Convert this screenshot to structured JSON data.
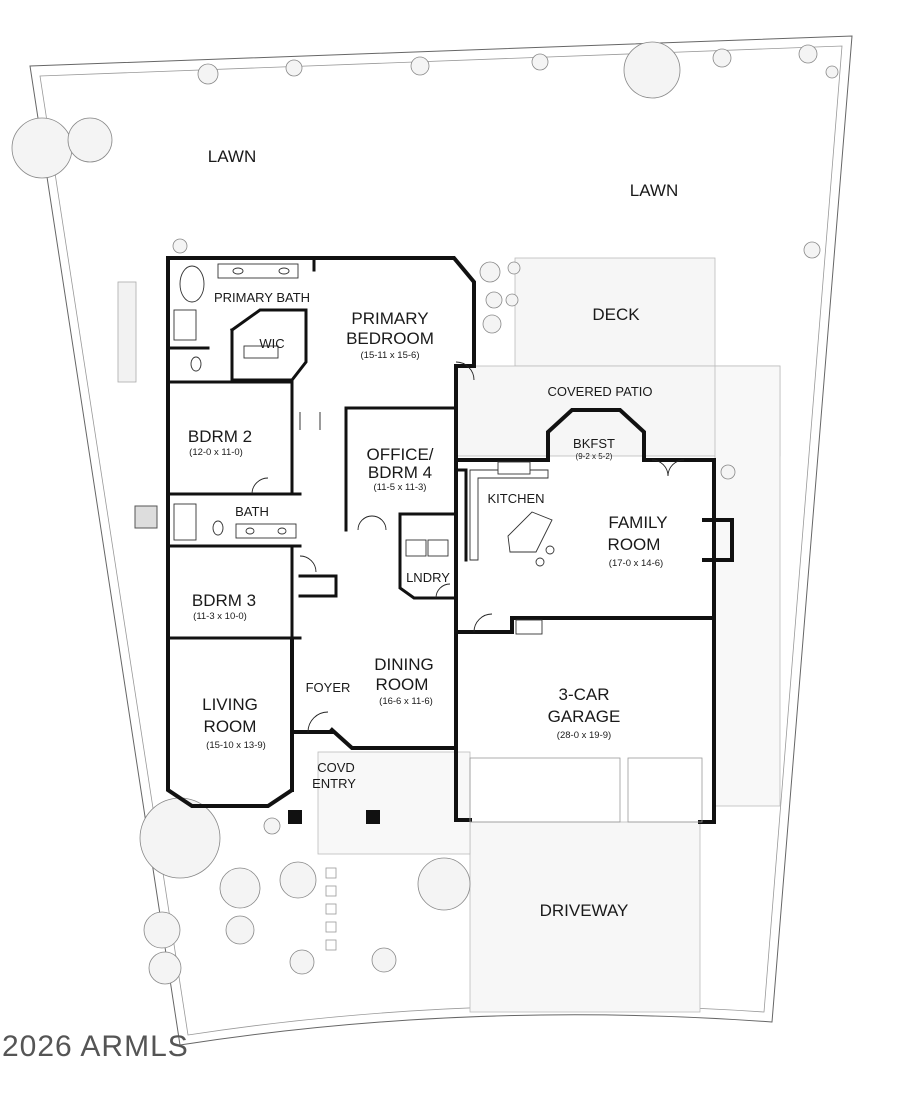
{
  "rooms": {
    "lawn_left": {
      "name": "LAWN"
    },
    "lawn_right": {
      "name": "LAWN"
    },
    "primary_bath": {
      "name": "PRIMARY BATH"
    },
    "wic": {
      "name": "WIC"
    },
    "primary_bedroom": {
      "line1": "PRIMARY",
      "line2": "BEDROOM",
      "dims": "(15-11 x 15-6)"
    },
    "deck": {
      "name": "DECK"
    },
    "covered_patio": {
      "name": "COVERED PATIO"
    },
    "bdrm2": {
      "name": "BDRM 2",
      "dims": "(12-0 x 11-0)"
    },
    "office": {
      "line1": "OFFICE/",
      "line2": "BDRM 4",
      "dims": "(11-5 x 11-3)"
    },
    "bkfst": {
      "name": "BKFST",
      "dims": "(9-2 x 5-2)"
    },
    "kitchen": {
      "name": "KITCHEN"
    },
    "family_room": {
      "line1": "FAMILY",
      "line2": "ROOM",
      "dims": "(17-0 x 14-6)"
    },
    "bath": {
      "name": "BATH"
    },
    "lndry": {
      "name": "LNDRY"
    },
    "bdrm3": {
      "name": "BDRM 3",
      "dims": "(11-3 x 10-0)"
    },
    "living_room": {
      "line1": "LIVING",
      "line2": "ROOM",
      "dims": "(15-10 x 13-9)"
    },
    "foyer": {
      "name": "FOYER"
    },
    "dining_room": {
      "line1": "DINING",
      "line2": "ROOM",
      "dims": "(16-6 x 11-6)"
    },
    "garage": {
      "line1": "3-CAR",
      "line2": "GARAGE",
      "dims": "(28-0 x 19-9)"
    },
    "covd_entry": {
      "line1": "COVD",
      "line2": "ENTRY"
    },
    "driveway": {
      "name": "DRIVEWAY"
    }
  },
  "watermark": "2026 ARMLS",
  "colors": {
    "wall": "#111111",
    "line": "#666666",
    "background": "#ffffff"
  }
}
